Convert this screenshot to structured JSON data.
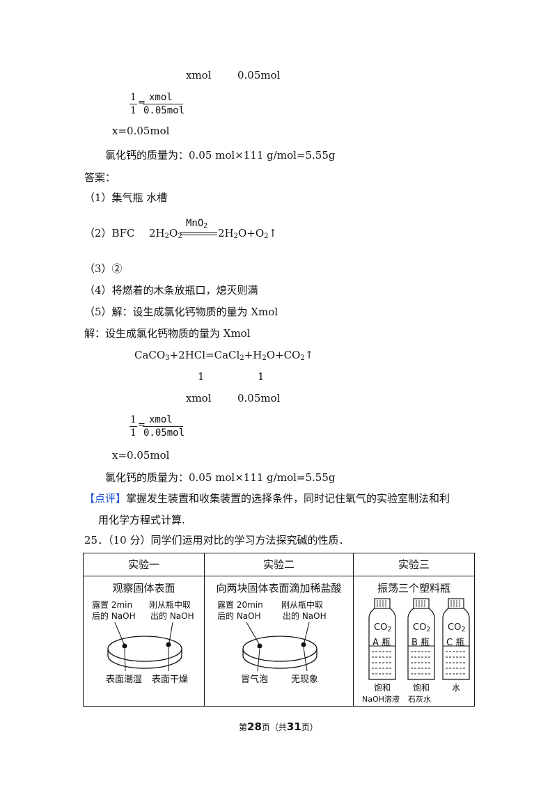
{
  "top": {
    "row1_x": "xmol",
    "row1_y": "0.05mol",
    "frac1": {
      "n1": "1",
      "d1": "1",
      "eq": "=",
      "n2": "xmol",
      "d2": "0.05mol"
    },
    "x_result": "x=0.05mol",
    "mass_line": "氯化钙的质量为：0.05  mol×111  g/mol=5.55g"
  },
  "answer": {
    "title": "答案：",
    "a1": "（1）集气瓶      水槽",
    "a2_prefix": "（2）BFC",
    "a2_catalyst": "MnO",
    "a2_catalyst_sub": "2",
    "a3": "（3）",
    "a3_circle": "②",
    "a4": "（4）将燃着的木条放瓶口，熄灭则满",
    "a5": "（5）解：设生成氯化钙物质的量为 Xmol",
    "sol": "解：设生成氯化钙物质的量为 Xmol",
    "c1": "1",
    "c2": "1",
    "mx": "xmol",
    "my": "0.05mol",
    "frac2": {
      "n1": "1",
      "d1": "1",
      "eq": "=",
      "n2": "xmol",
      "d2": "0.05mol"
    },
    "x_result": "x=0.05mol",
    "mass_line": "氯化钙的质量为：0.05  mol×111  g/mol=5.55g"
  },
  "comment": {
    "tag": "【点评】",
    "text1": "掌握发生装置和收集装置的选择条件，同时记住氧气的实验室制法和利",
    "text2": "用化学方程式计算."
  },
  "q25": {
    "text": "25．（10 分）同学们运用对比的学习方法探究碱的性质．"
  },
  "table": {
    "headers": [
      "实验一",
      "实验二",
      "实验三"
    ],
    "exp1": {
      "caption": "观察固体表面",
      "l1": "露置 2min",
      "l2": "后的 NaOH",
      "r1": "刚从瓶中取",
      "r2": "出的 NaOH",
      "b1": "表面潮湿",
      "b2": "表面干燥"
    },
    "exp2": {
      "caption": "向两块固体表面滴加稀盐酸",
      "l1": "露置 20min",
      "l2": "后的 NaOH",
      "r1": "刚从瓶中取",
      "r2": "出的 NaOH",
      "b1": "冒气泡",
      "b2": "无现象"
    },
    "exp3": {
      "caption": "振荡三个塑料瓶",
      "bottles": [
        {
          "gas": "CO",
          "gas_sub": "2",
          "name": "A 瓶",
          "l1": "饱和",
          "l2": "NaOH溶液"
        },
        {
          "gas": "CO",
          "gas_sub": "2",
          "name": "B 瓶",
          "l1": "饱和",
          "l2": "石灰水"
        },
        {
          "gas": "CO",
          "gas_sub": "2",
          "name": "C 瓶",
          "l1": "水",
          "l2": ""
        }
      ]
    }
  },
  "footer": {
    "p1": "第",
    "page": "28",
    "p2": "页（共",
    "total": "31",
    "p3": "页）"
  }
}
